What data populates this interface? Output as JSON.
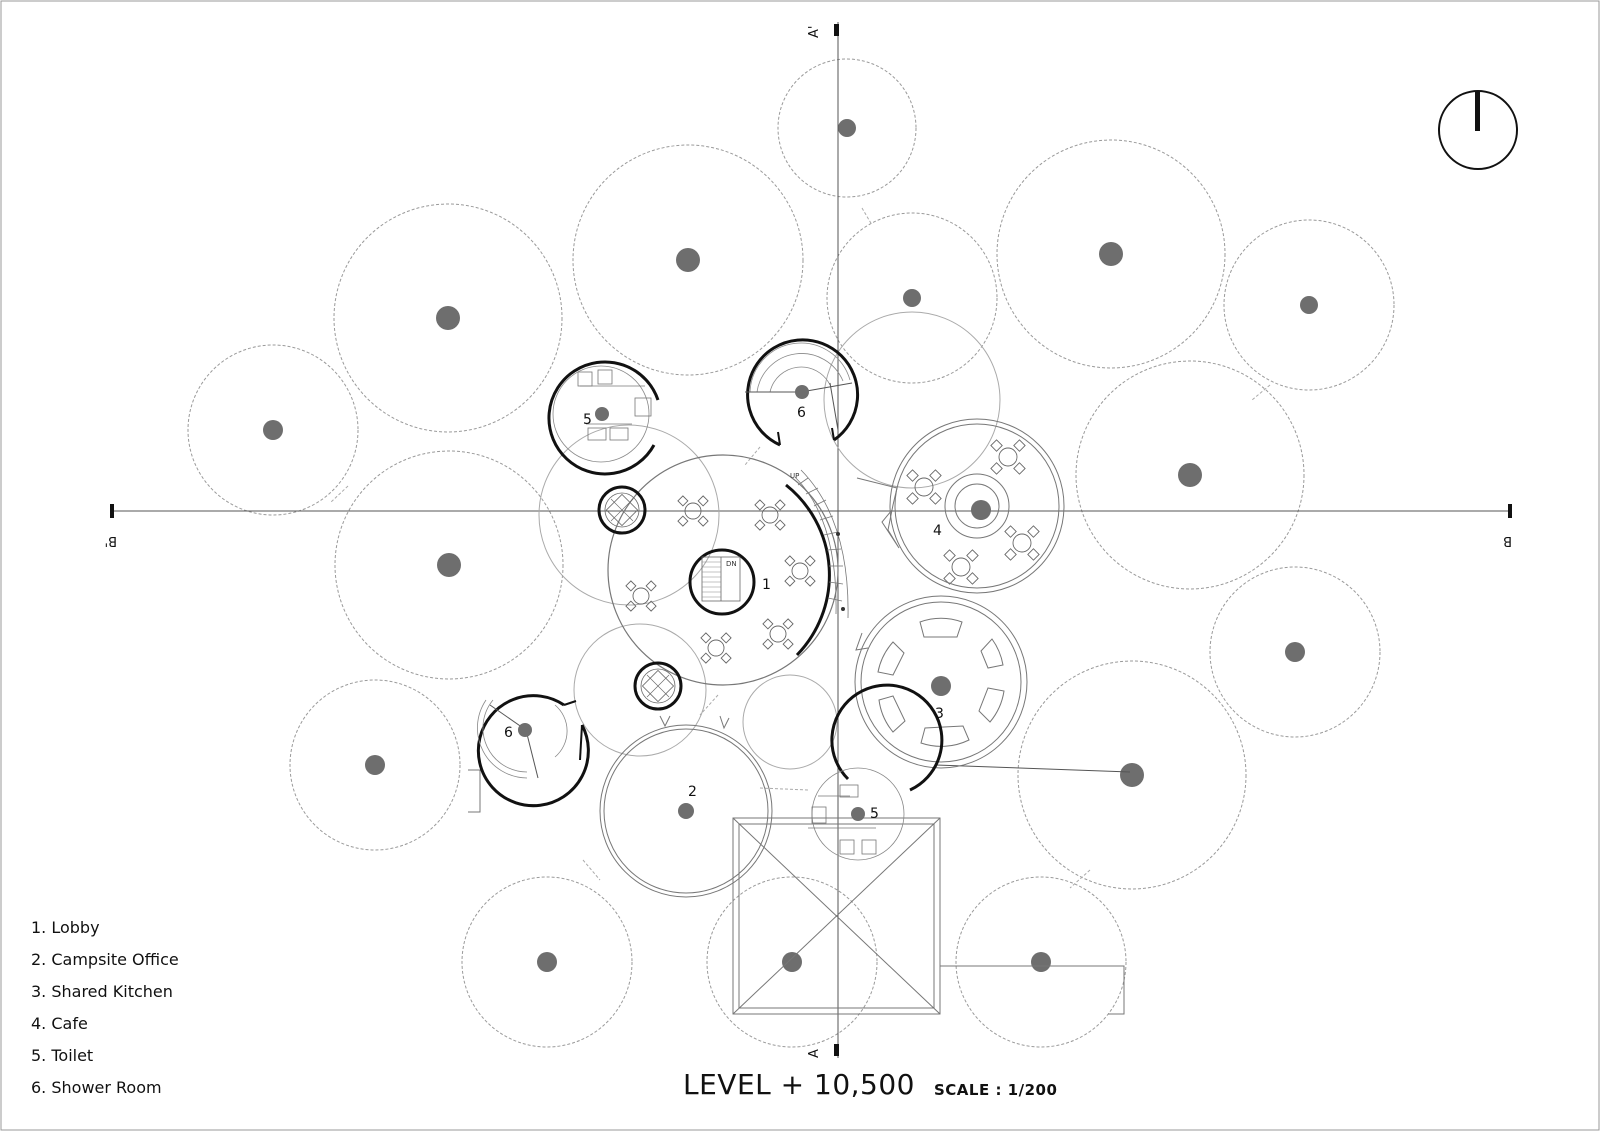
{
  "legend": {
    "items": [
      "1. Lobby",
      "2. Campsite Office",
      "3. Shared Kitchen",
      "4. Cafe",
      "5. Toilet",
      "6. Shower Room"
    ]
  },
  "title": {
    "level": "LEVEL + 10,500",
    "scale": "SCALE : 1/200"
  },
  "section_marks": {
    "a_top": "A'",
    "a_bottom": "A",
    "b_left": "B'",
    "b_right": "B"
  },
  "room_numbers": {
    "lobby": "1",
    "office": "2",
    "kitchen": "3",
    "cafe": "4",
    "toilet": "5",
    "shower": "6"
  },
  "stair_labels": {
    "up": "UP",
    "down": "DN"
  },
  "icons": [
    "north-arrow-icon",
    "tree-canopy-icon",
    "table-set-icon",
    "spiral-stair-icon"
  ]
}
